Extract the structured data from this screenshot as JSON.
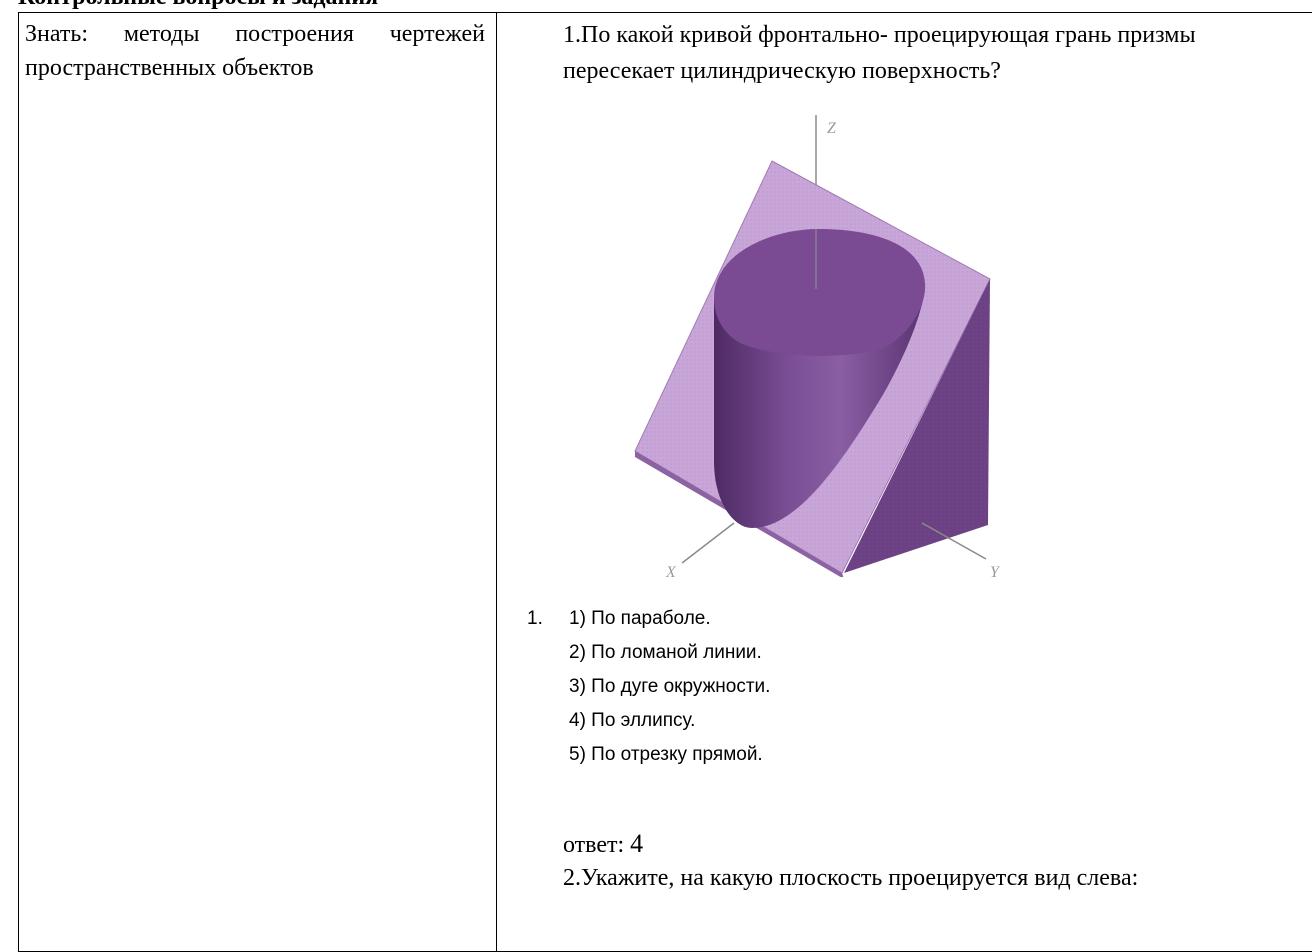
{
  "header": {
    "heading": "Контрольные вопросы и задания"
  },
  "left": {
    "text": "Знать: методы построения чертежей пространственных объектов"
  },
  "right": {
    "question1": "1.По какой кривой фронтально- проецирующая грань призмы пересекает цилиндрическую поверхность?",
    "figure": {
      "axis_labels": [
        "Z",
        "X",
        "Y"
      ],
      "colors": {
        "face_light": "#c8a3d6",
        "face_dark": "#6b3f82",
        "top": "#7a4a93",
        "axis": "#808080"
      }
    },
    "list_number": "1.",
    "options": [
      "1) По параболе.",
      "2) По ломаной линии.",
      "3) По дуге окружности.",
      "4) По эллипсу.",
      "5) По отрезку прямой."
    ],
    "answer_label": "ответ:",
    "answer_value": "4",
    "question2": "2.Укажите, на какую плоскость проецируется вид слева:"
  }
}
